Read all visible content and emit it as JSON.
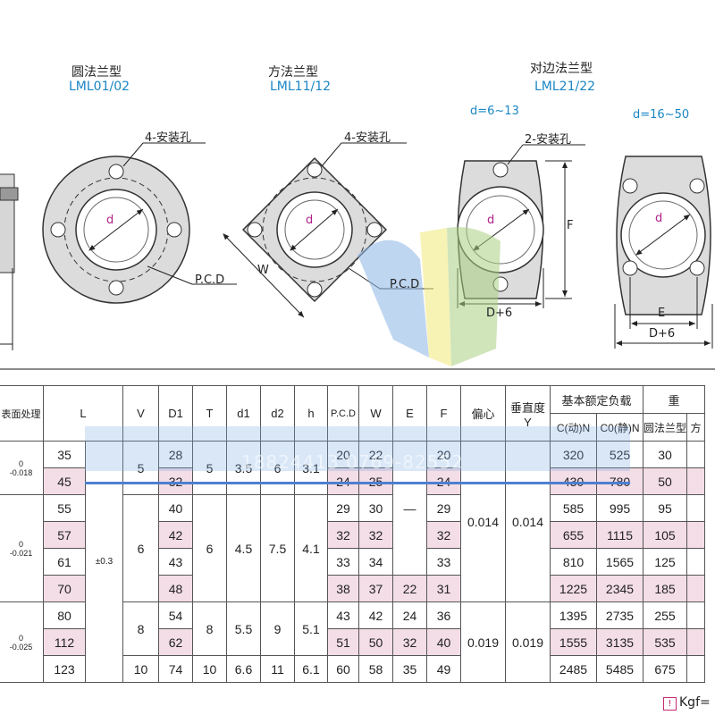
{
  "diagrams": {
    "round": {
      "type": "圆法兰型",
      "model": "LML01/02",
      "holes": "4-安装孔",
      "pcd": "P.C.D",
      "d": "d"
    },
    "square": {
      "type": "方法兰型",
      "model": "LML11/12",
      "holes": "4-安装孔",
      "pcd": "P.C.D",
      "d": "d",
      "w": "W"
    },
    "opposite": {
      "type": "对边法兰型",
      "model": "LML21/22",
      "range1": "d=6~13",
      "range2": "d=16~50",
      "holes": "2-安装孔",
      "f": "F",
      "d6a": "D+6",
      "e": "E",
      "d6b": "D+6",
      "d": "d"
    }
  },
  "watermark": {
    "text": "18824413 0769-82552"
  },
  "table": {
    "headers": {
      "surface": "表面处理",
      "L": "L",
      "V": "V",
      "D1": "D1",
      "T": "T",
      "d1": "d1",
      "d2": "d2",
      "h": "h",
      "pcd": "P.C.D",
      "W": "W",
      "E": "E",
      "F": "F",
      "ecc": "偏心",
      "perp1": "垂直度",
      "perp2": "Y",
      "load": "基本额定负载",
      "c_dyn": "C(动)N",
      "c0_stat": "C0(静)N",
      "round": "圆法兰型",
      "heavy": "重",
      "sq": "方"
    },
    "tolerances": {
      "t1a": "0",
      "t1b": "-0.018",
      "t2a": "0",
      "t2b": "-0.021",
      "t3a": "0",
      "t3b": "-0.025",
      "ltol": "±0.3"
    },
    "rows": [
      {
        "L": "35",
        "D1": "28",
        "pcd": "20",
        "W": "22",
        "F": "20",
        "C": "320",
        "C0": "525",
        "R": "30"
      },
      {
        "L": "45",
        "D1": "32",
        "pcd": "24",
        "W": "25",
        "F": "24",
        "C": "430",
        "C0": "780",
        "R": "50"
      },
      {
        "L": "55",
        "D1": "40",
        "pcd": "29",
        "W": "30",
        "F": "29",
        "C": "585",
        "C0": "995",
        "R": "95"
      },
      {
        "L": "57",
        "D1": "42",
        "pcd": "32",
        "W": "32",
        "F": "32",
        "C": "655",
        "C0": "1115",
        "R": "105"
      },
      {
        "L": "61",
        "D1": "43",
        "pcd": "33",
        "W": "34",
        "F": "33",
        "C": "810",
        "C0": "1565",
        "R": "125"
      },
      {
        "L": "70",
        "D1": "48",
        "pcd": "38",
        "W": "37",
        "E": "22",
        "F": "31",
        "C": "1225",
        "C0": "2345",
        "R": "185"
      },
      {
        "L": "80",
        "D1": "54",
        "pcd": "43",
        "W": "42",
        "E": "24",
        "F": "36",
        "C": "1395",
        "C0": "2735",
        "R": "255"
      },
      {
        "L": "112",
        "D1": "62",
        "pcd": "51",
        "W": "50",
        "E": "32",
        "F": "40",
        "C": "1555",
        "C0": "3135",
        "R": "535"
      },
      {
        "L": "123",
        "V": "10",
        "D1": "74",
        "T": "10",
        "d1": "6.6",
        "d2": "11",
        "h": "6.1",
        "pcd": "60",
        "W": "58",
        "E": "35",
        "F": "49",
        "C": "2485",
        "C0": "5485",
        "R": "675"
      }
    ],
    "merged": {
      "v1": "5",
      "t1": "5",
      "d1_1": "3.5",
      "d2_1": "6",
      "h1": "3.1",
      "v2": "6",
      "t2": "6",
      "d1_2": "4.5",
      "d2_2": "7.5",
      "h2": "4.1",
      "e_dash": "—",
      "ecc1": "0.014",
      "perp_a": "0.014",
      "v3": "8",
      "t3": "8",
      "d1_3": "5.5",
      "d2_3": "9",
      "h3": "5.1",
      "ecc2": "0.019",
      "perp_b": "0.019"
    }
  },
  "unit": {
    "text": "Kgf="
  }
}
